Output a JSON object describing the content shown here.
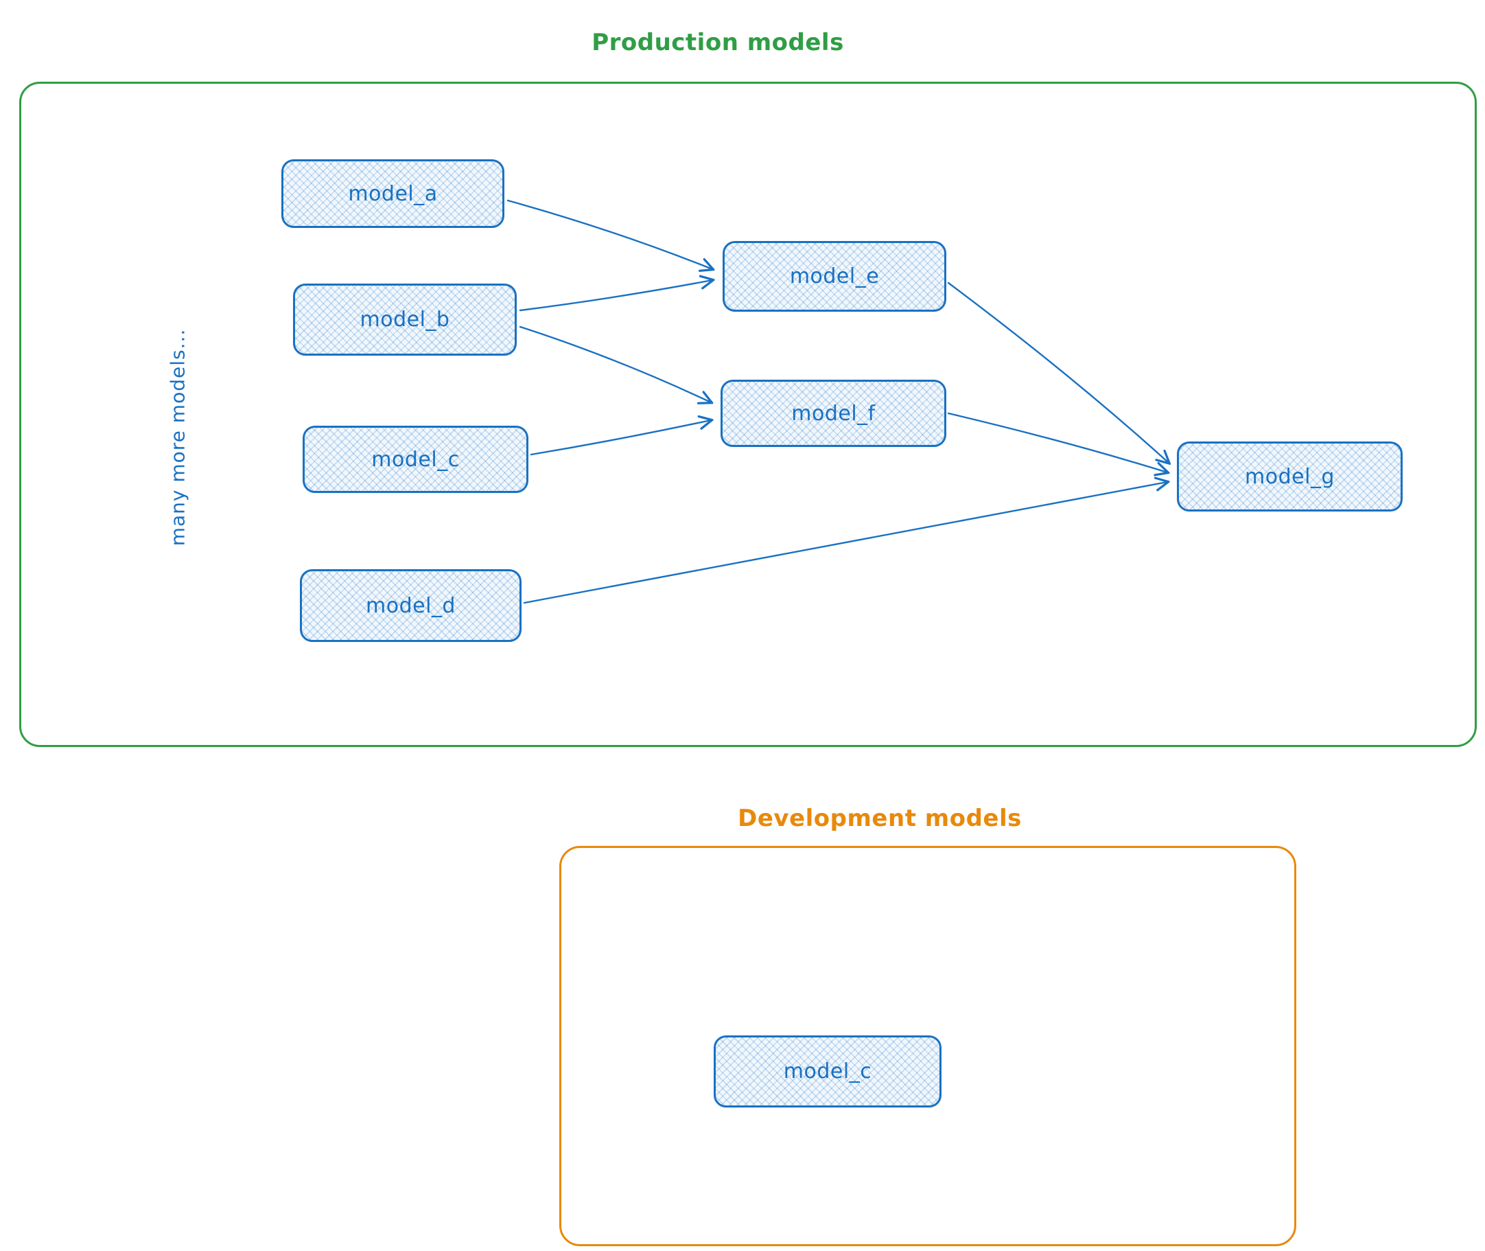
{
  "production": {
    "title": "Production models",
    "side_note": "many more models...",
    "accent_color": "#2f9e44",
    "nodes": [
      {
        "id": "model_a",
        "label": "model_a"
      },
      {
        "id": "model_b",
        "label": "model_b"
      },
      {
        "id": "model_c",
        "label": "model_c"
      },
      {
        "id": "model_d",
        "label": "model_d"
      },
      {
        "id": "model_e",
        "label": "model_e"
      },
      {
        "id": "model_f",
        "label": "model_f"
      },
      {
        "id": "model_g",
        "label": "model_g"
      }
    ],
    "edges": [
      {
        "from": "model_a",
        "to": "model_e"
      },
      {
        "from": "model_b",
        "to": "model_e"
      },
      {
        "from": "model_b",
        "to": "model_f"
      },
      {
        "from": "model_c",
        "to": "model_f"
      },
      {
        "from": "model_e",
        "to": "model_g"
      },
      {
        "from": "model_f",
        "to": "model_g"
      },
      {
        "from": "model_d",
        "to": "model_g"
      }
    ]
  },
  "development": {
    "title": "Development models",
    "accent_color": "#e8890c",
    "nodes": [
      {
        "id": "model_c_dev",
        "label": "model_c"
      }
    ]
  },
  "node_style": {
    "stroke_color": "#1971c2",
    "fill_color": "#f1f7fd",
    "hatch_color": "#a5d8ff"
  }
}
